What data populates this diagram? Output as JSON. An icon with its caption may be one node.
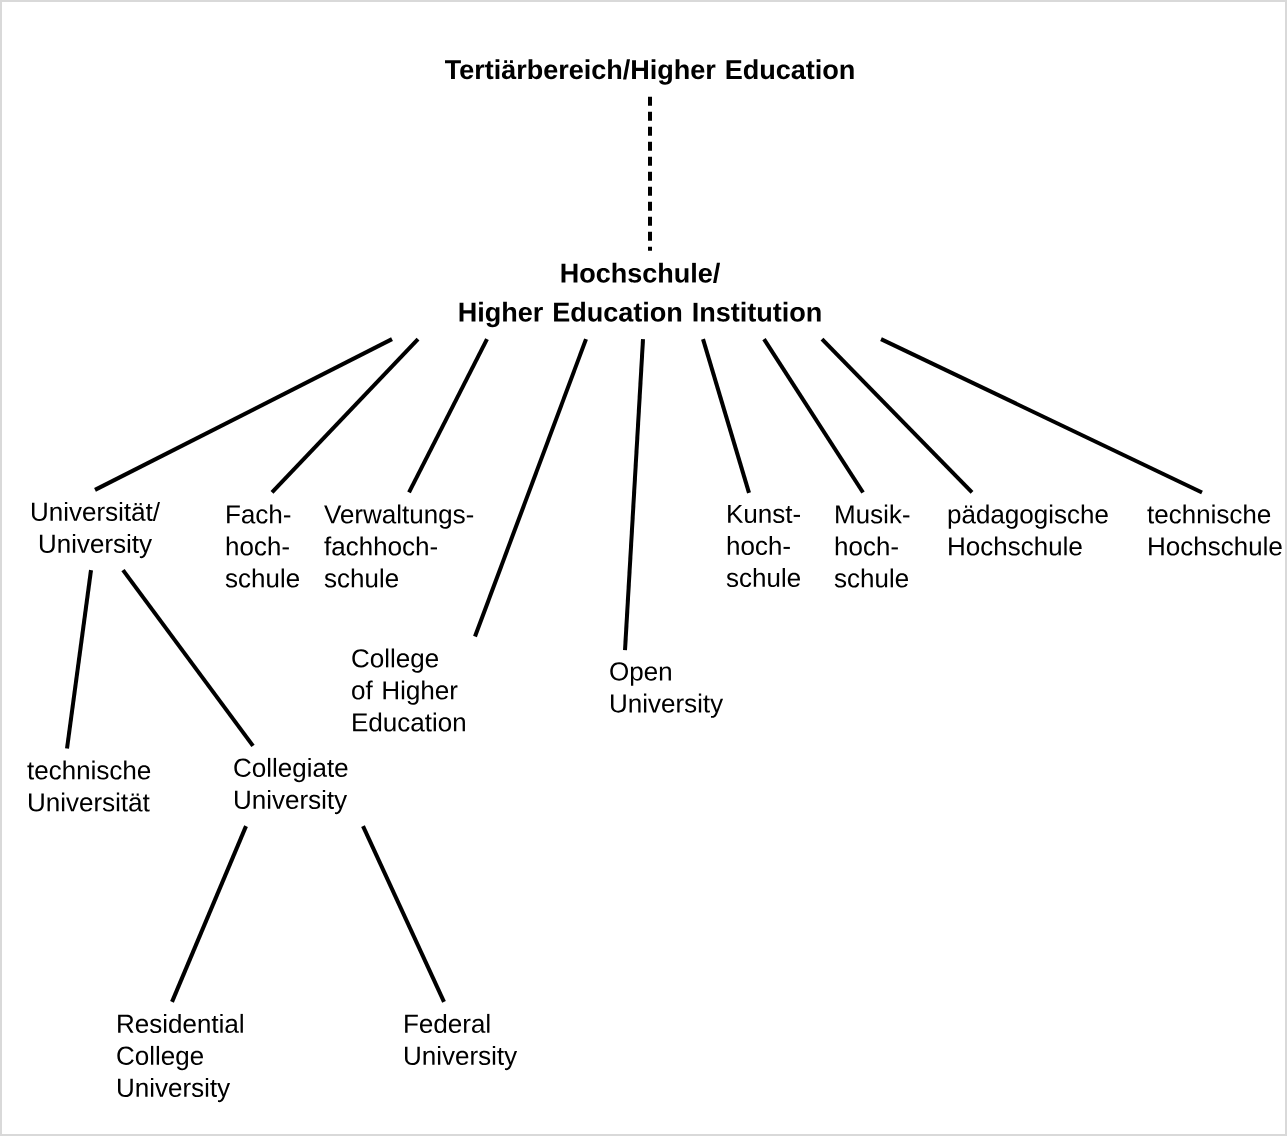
{
  "diagram": {
    "nodes": [
      {
        "text": [
          "Tertiärbereich/Higher Education"
        ]
      },
      {
        "text": [
          "Hochschule/",
          "Higher Education Institution"
        ]
      },
      {
        "text": [
          "Universität/ University"
        ]
      },
      {
        "text": [
          "Fach- hoch- schule"
        ]
      },
      {
        "text": [
          "Verwaltungs- fachhoch- schule"
        ]
      },
      {
        "text": [
          "College of Higher Education"
        ]
      },
      {
        "text": [
          "Open University"
        ]
      },
      {
        "text": [
          "Kunst- hoch- schule"
        ]
      },
      {
        "text": [
          "Musik- hoch- schule"
        ]
      },
      {
        "text": [
          "pädagogische Hochschule"
        ]
      },
      {
        "text": [
          "technische Hochschule"
        ]
      },
      {
        "text": [
          "technische Universität"
        ]
      },
      {
        "text": [
          "Collegiate University"
        ]
      },
      {
        "text": [
          "Residential College University"
        ]
      },
      {
        "text": [
          "Federal University"
        ]
      }
    ],
    "edges": [
      {
        "from": 0,
        "to": 1,
        "arrow": "none",
        "style": "dashed"
      },
      {
        "from": 1,
        "to": 2,
        "arrow": "none"
      },
      {
        "from": 1,
        "to": 3,
        "arrow": "none"
      },
      {
        "from": 1,
        "to": 4,
        "arrow": "none"
      },
      {
        "from": 1,
        "to": 5,
        "arrow": "none"
      },
      {
        "from": 1,
        "to": 6,
        "arrow": "none"
      },
      {
        "from": 1,
        "to": 7,
        "arrow": "none"
      },
      {
        "from": 1,
        "to": 8,
        "arrow": "none"
      },
      {
        "from": 1,
        "to": 9,
        "arrow": "none"
      },
      {
        "from": 1,
        "to": 10,
        "arrow": "none"
      },
      {
        "from": 2,
        "to": 11,
        "arrow": "none"
      },
      {
        "from": 2,
        "to": 12,
        "arrow": "none"
      },
      {
        "from": 12,
        "to": 13,
        "arrow": "none"
      },
      {
        "from": 12,
        "to": 14,
        "arrow": "none"
      }
    ]
  }
}
